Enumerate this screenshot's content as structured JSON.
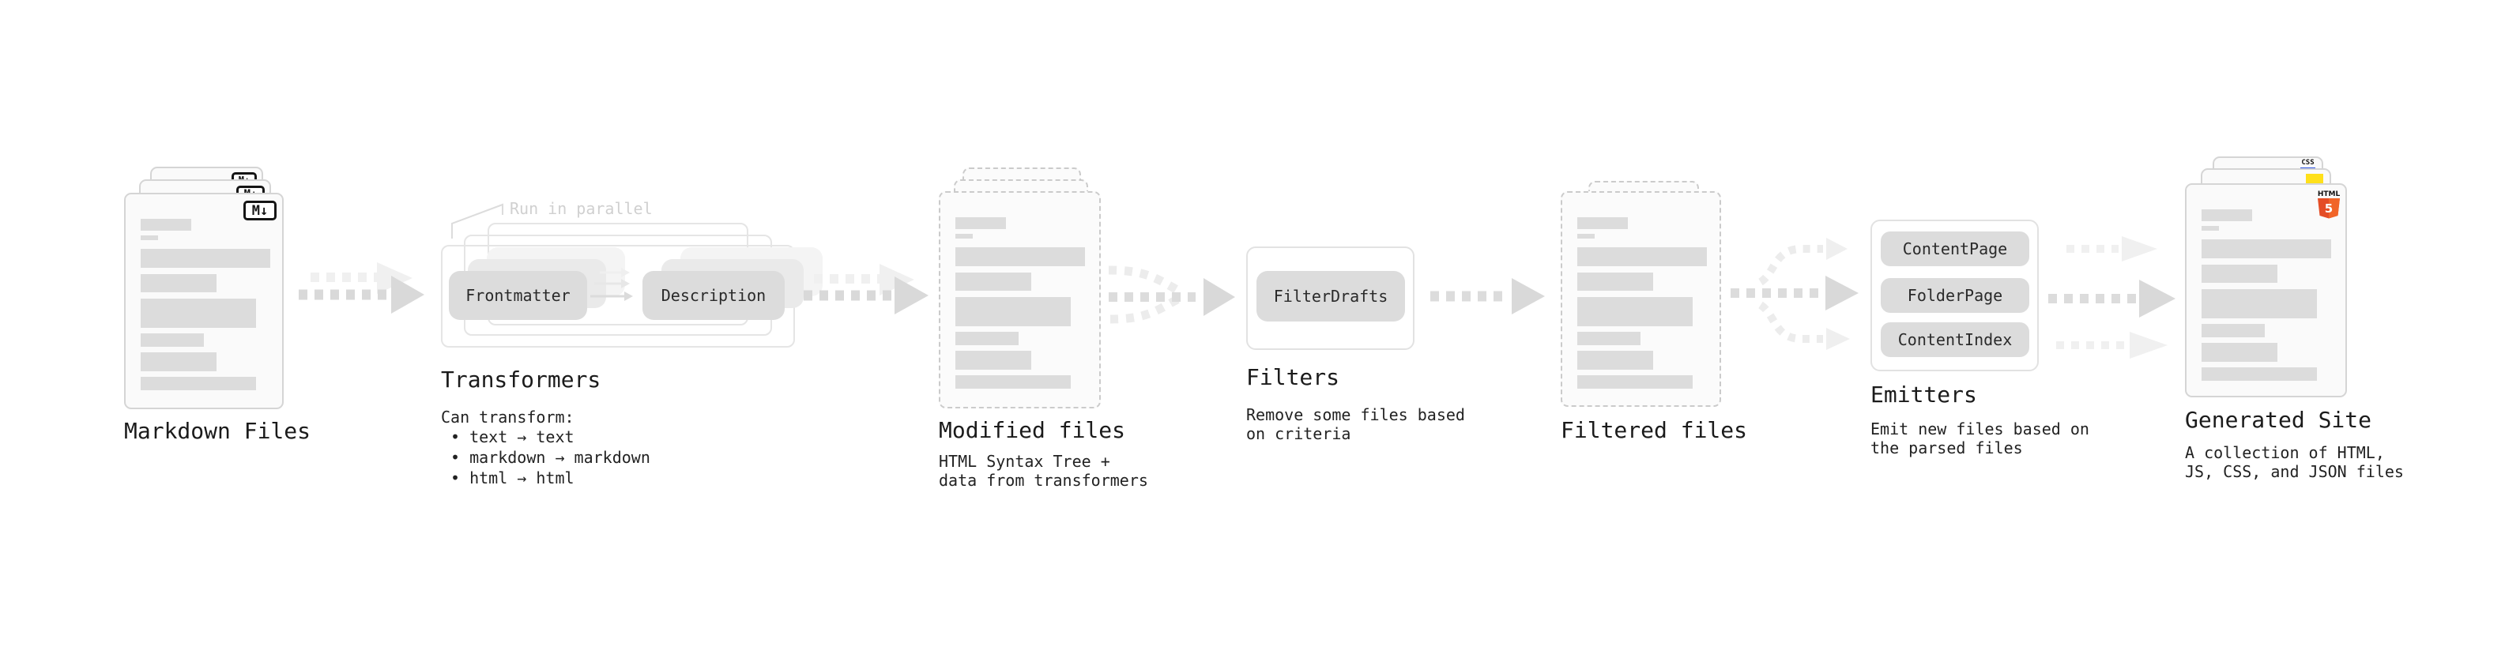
{
  "stages": {
    "markdown": {
      "title": "Markdown Files",
      "badge": "M↓"
    },
    "transformers": {
      "title": "Transformers",
      "parallel_label": "Run in parallel",
      "button_a": "Frontmatter",
      "button_b": "Description",
      "note_heading": "Can transform:",
      "bullets": [
        "• text → text",
        "• markdown → markdown",
        "• html → html"
      ]
    },
    "modified": {
      "title": "Modified files",
      "subtitle": [
        "HTML Syntax Tree +",
        "data from transformers"
      ]
    },
    "filters": {
      "title": "Filters",
      "button": "FilterDrafts",
      "subtitle": [
        "Remove some files based",
        "on criteria"
      ]
    },
    "filtered": {
      "title": "Filtered files"
    },
    "emitters": {
      "title": "Emitters",
      "buttons": [
        "ContentPage",
        "FolderPage",
        "ContentIndex"
      ],
      "subtitle": [
        "Emit new files based on",
        "the parsed files"
      ]
    },
    "generated": {
      "title": "Generated Site",
      "subtitle": [
        "A collection of HTML,",
        "JS, CSS, and JSON files"
      ],
      "css_badge": "CSS",
      "html_badge_caption": "HTML",
      "html_badge_number": "5"
    }
  },
  "colors": {
    "html5_orange": "#e44d26",
    "html5_orange_light": "#f16529",
    "js_yellow": "#ffe01a",
    "css_blue": "#2d53e5"
  }
}
